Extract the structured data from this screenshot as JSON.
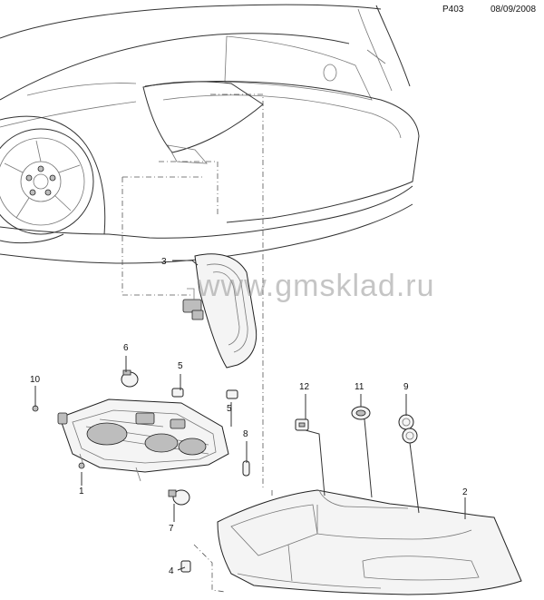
{
  "header": {
    "page_code": "P403",
    "date": "08/09/2008"
  },
  "watermark": "www.gmsklad.ru",
  "callouts": [
    {
      "id": "c1",
      "label": "1"
    },
    {
      "id": "c2",
      "label": "2"
    },
    {
      "id": "c3",
      "label": "3"
    },
    {
      "id": "c4",
      "label": "4"
    },
    {
      "id": "c5a",
      "label": "5"
    },
    {
      "id": "c5b",
      "label": "5"
    },
    {
      "id": "c6",
      "label": "6"
    },
    {
      "id": "c7",
      "label": "7"
    },
    {
      "id": "c8",
      "label": "8"
    },
    {
      "id": "c9",
      "label": "9"
    },
    {
      "id": "c10",
      "label": "10"
    },
    {
      "id": "c11",
      "label": "11"
    },
    {
      "id": "c12",
      "label": "12"
    }
  ]
}
